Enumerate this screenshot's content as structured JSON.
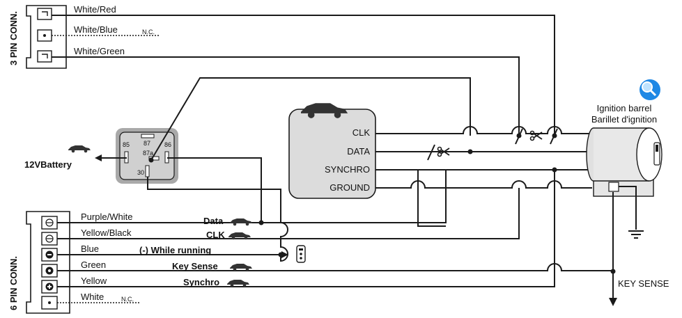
{
  "connectors": {
    "three_pin_title": "3 PIN CONN.",
    "six_pin_title": "6 PIN CONN.",
    "three_pin_wires": [
      "White/Red",
      "White/Blue",
      "White/Green"
    ],
    "three_pin_nc": "N.C.",
    "six_pin_wires": [
      "Purple/White",
      "Yellow/Black",
      "Blue",
      "Green",
      "Yellow",
      "White"
    ],
    "six_pin_nc": "N.C."
  },
  "relay": {
    "pins": [
      "85",
      "87",
      "87a",
      "86",
      "30"
    ]
  },
  "battery_label": "12VBattery",
  "module": {
    "ports": [
      "CLK",
      "DATA",
      "SYNCHRO",
      "GROUND"
    ]
  },
  "signals": {
    "data": "Data",
    "clk": "CLK",
    "while_running": "(-) While running",
    "key_sense": "Key Sense",
    "synchro": "Synchro"
  },
  "ignition": {
    "title_en": "Ignition barrel",
    "title_fr": "Barillet d'ignition"
  },
  "key_sense_output": "KEY SENSE",
  "colors": {
    "wire": "#1a1a1a",
    "module_fill": "#dcdcdc",
    "relay_fill": "#c8c8c8",
    "magnifier_blue": "#1e88e5"
  },
  "icons": [
    "car-icon",
    "remote-icon",
    "magnifier-icon",
    "ground-icon",
    "scissors-icon"
  ]
}
